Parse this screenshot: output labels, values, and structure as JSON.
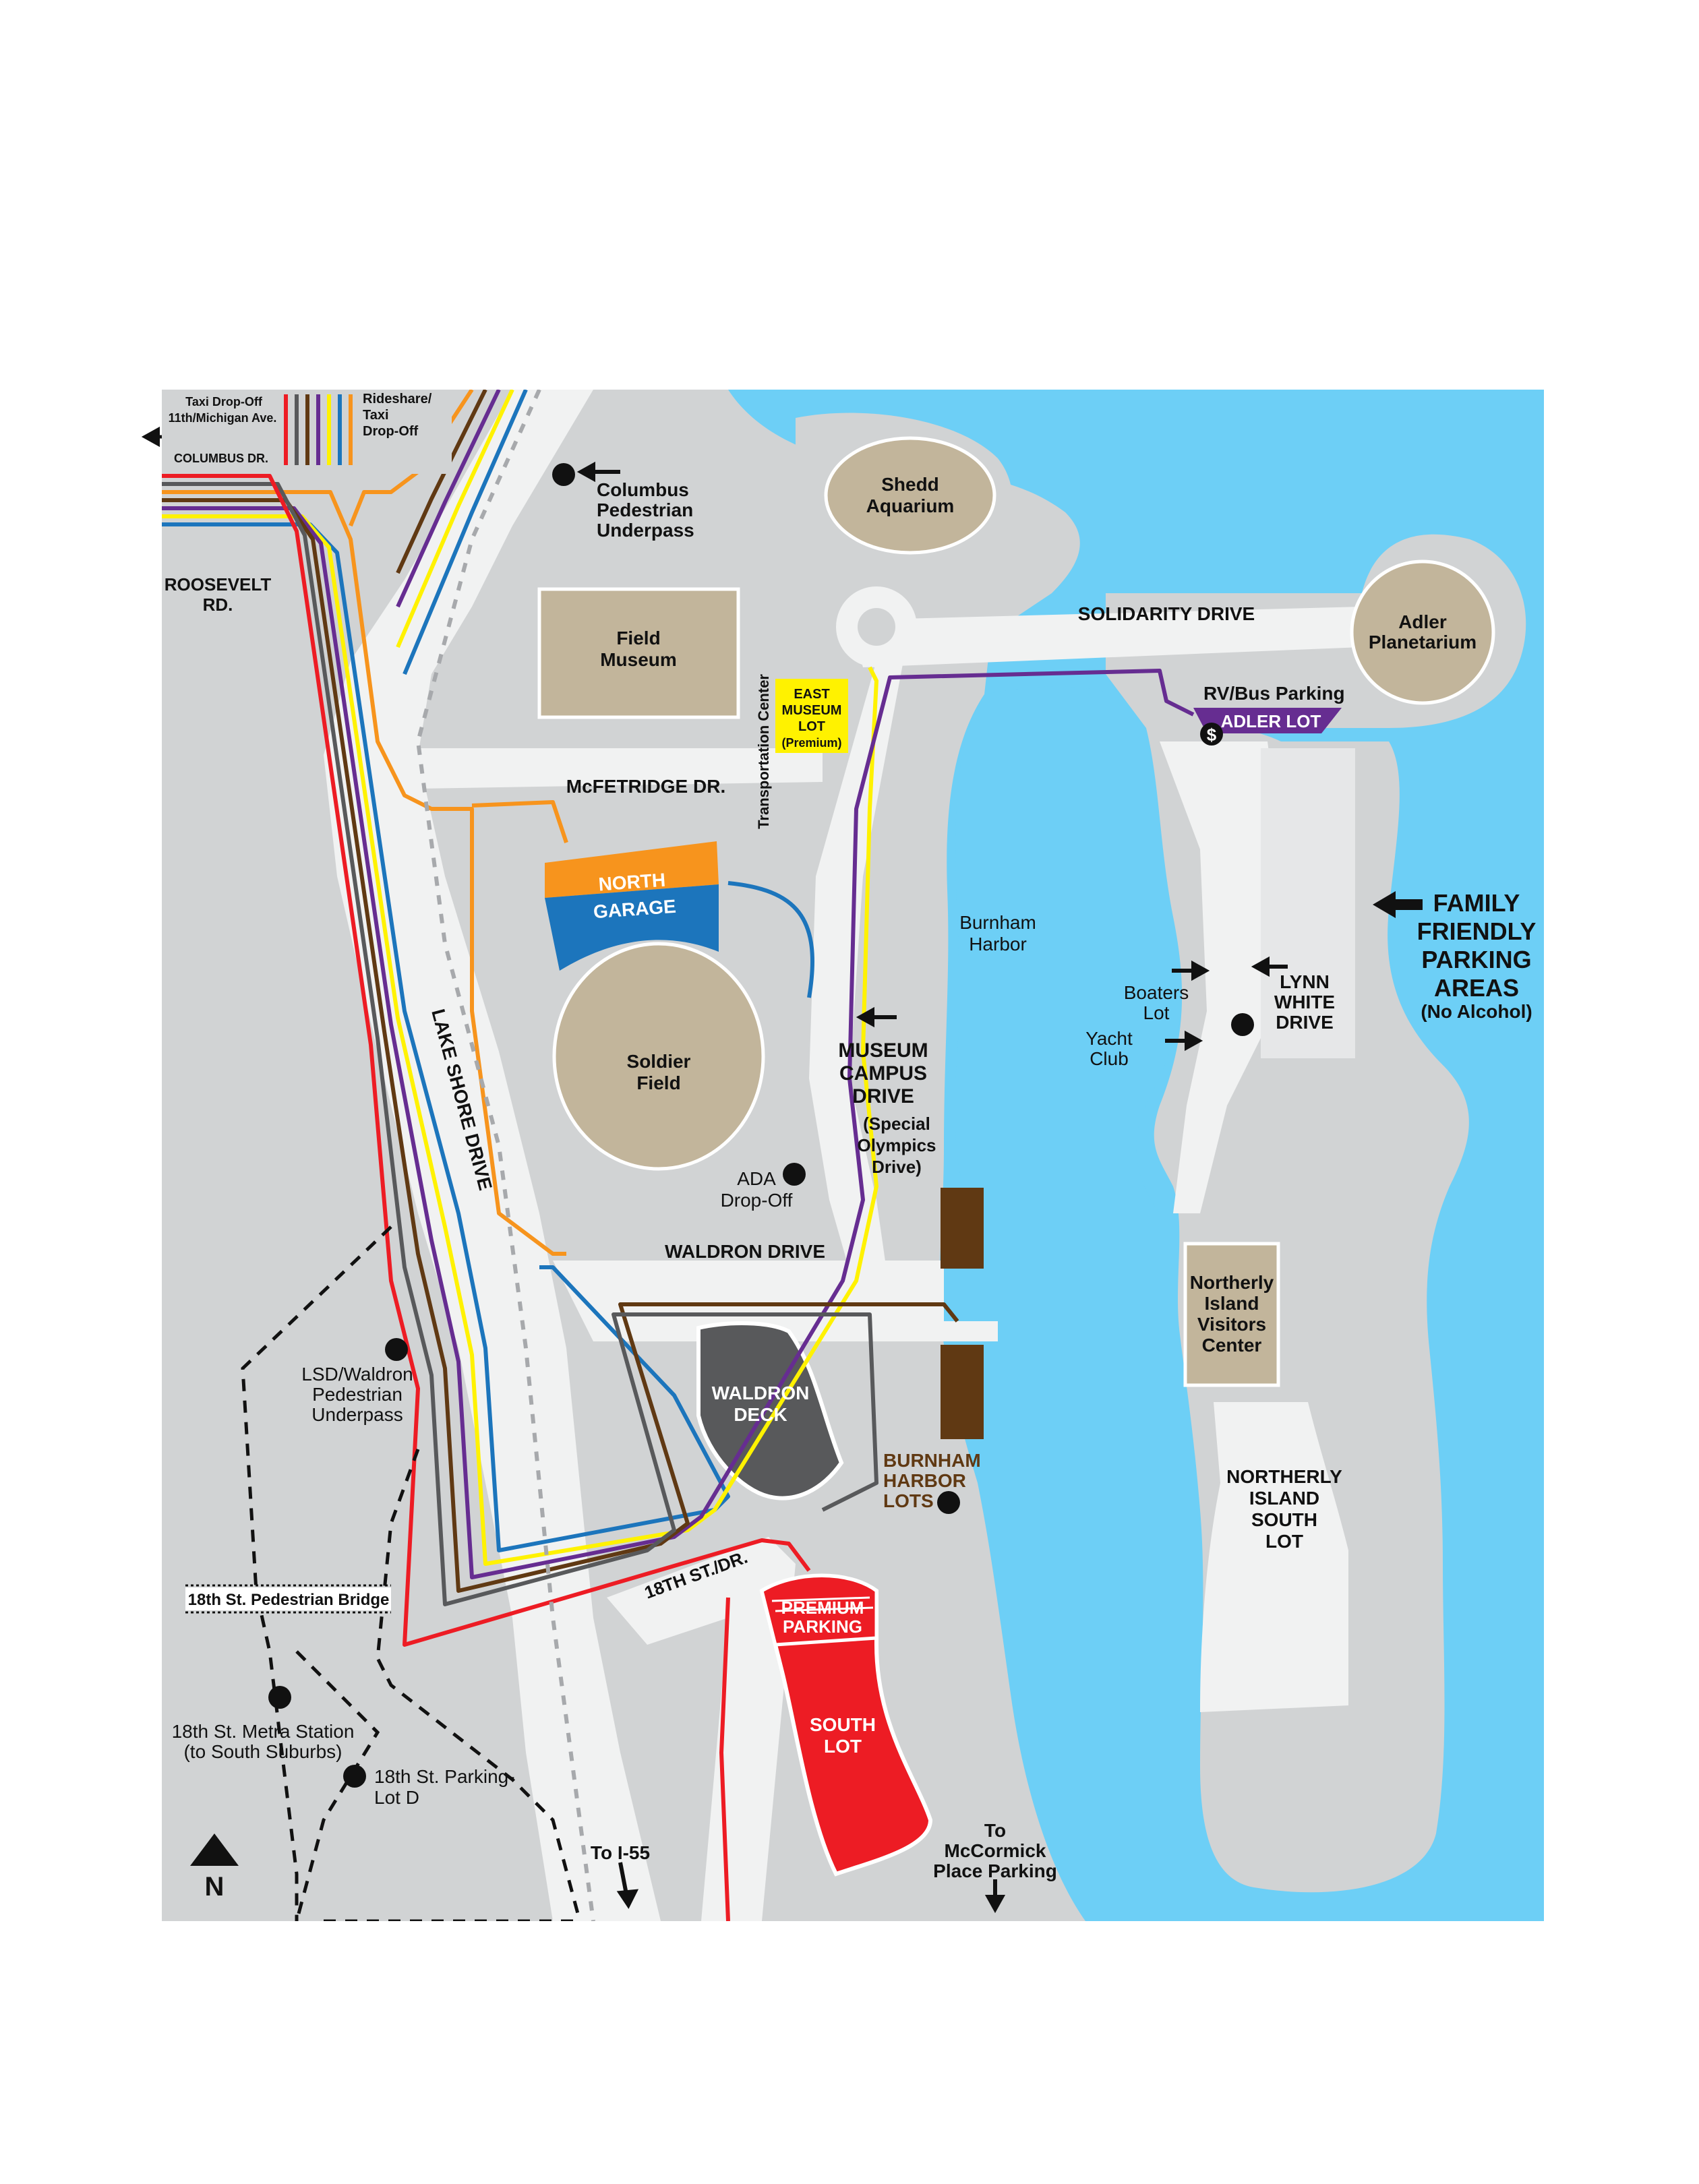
{
  "labels": {
    "taxi_dropoff": "Taxi Drop-Off",
    "taxi_dropoff_addr": "11th/Michigan Ave.",
    "columbus_dr": "COLUMBUS DR.",
    "rideshare_1": "Rideshare/",
    "rideshare_2": "Taxi",
    "rideshare_3": "Drop-Off",
    "columbus_underpass_1": "Columbus",
    "columbus_underpass_2": "Pedestrian",
    "columbus_underpass_3": "Underpass",
    "roosevelt_1": "ROOSEVELT",
    "roosevelt_2": "RD.",
    "shedd_1": "Shedd",
    "shedd_2": "Aquarium",
    "field_museum_1": "Field",
    "field_museum_2": "Museum",
    "solidarity_drive": "SOLIDARITY DRIVE",
    "adler_1": "Adler",
    "adler_2": "Planetarium",
    "transportation_center": "Transportation Center",
    "east_museum_lot_1": "EAST",
    "east_museum_lot_2": "MUSEUM",
    "east_museum_lot_3": "LOT",
    "east_museum_lot_4": "(Premium)",
    "rv_bus_parking": "RV/Bus Parking",
    "adler_lot": "ADLER LOT",
    "mcfetridge": "McFETRIDGE DR.",
    "north_garage_1": "NORTH",
    "north_garage_2": "GARAGE",
    "burnham_harbor_1": "Burnham",
    "burnham_harbor_2": "Harbor",
    "family_1": "FAMILY",
    "family_2": "FRIENDLY",
    "family_3": "PARKING",
    "family_4": "AREAS",
    "family_5": "(No Alcohol)",
    "boaters_1": "Boaters",
    "boaters_2": "Lot",
    "lynn_1": "LYNN",
    "lynn_2": "WHITE",
    "lynn_3": "DRIVE",
    "yacht_1": "Yacht",
    "yacht_2": "Club",
    "lake_shore_drive": "LAKE SHORE DRIVE",
    "soldier_field_1": "Soldier",
    "soldier_field_2": "Field",
    "museum_campus_1": "MUSEUM",
    "museum_campus_2": "CAMPUS",
    "museum_campus_3": "DRIVE",
    "special_olympics_1": "(Special",
    "special_olympics_2": "Olympics",
    "special_olympics_3": "Drive)",
    "ada_1": "ADA",
    "ada_2": "Drop-Off",
    "waldron_drive": "WALDRON DRIVE",
    "northerly_visitors_1": "Northerly",
    "northerly_visitors_2": "Island",
    "northerly_visitors_3": "Visitors",
    "northerly_visitors_4": "Center",
    "lsd_waldron_1": "LSD/Waldron",
    "lsd_waldron_2": "Pedestrian",
    "lsd_waldron_3": "Underpass",
    "waldron_deck_1": "WALDRON",
    "waldron_deck_2": "DECK",
    "burnham_lots_1": "BURNHAM",
    "burnham_lots_2": "HARBOR",
    "burnham_lots_3": "LOTS",
    "northerly_south_1": "NORTHERLY",
    "northerly_south_2": "ISLAND",
    "northerly_south_3": "SOUTH",
    "northerly_south_4": "LOT",
    "ped_bridge": "18th St. Pedestrian Bridge",
    "eighteenth_st": "18TH ST./DR.",
    "premium_parking_1": "PREMIUM",
    "premium_parking_2": "PARKING",
    "metra_1": "18th St. Metra Station",
    "metra_2": "(to South Suburbs)",
    "south_lot_1": "SOUTH",
    "south_lot_2": "LOT",
    "lot_d_1": "18th St. Parking-",
    "lot_d_2": "Lot D",
    "to_i55": "To I-55",
    "mccormick_1": "To",
    "mccormick_2": "McCormick",
    "mccormick_3": "Place Parking",
    "north": "N",
    "dollar": "$"
  },
  "colors": {
    "water": "#6dcff6",
    "land": "#d1d3d4",
    "road": "#f1f2f2",
    "building": "#c2b59b",
    "route_orange": "#f7941d",
    "route_blue": "#1c75bc",
    "route_yellow": "#fff200",
    "route_purple": "#662d91",
    "route_brown": "#603913",
    "route_gray": "#58595b",
    "route_red": "#ed1c24",
    "garage_orange": "#f7941d",
    "garage_blue": "#1c75bc",
    "east_lot_yellow": "#fff200",
    "adler_lot_purple": "#662d91",
    "waldron_deck": "#58595b",
    "burnham_lots": "#603913",
    "south_lot_red": "#ed1c24"
  },
  "icons": [
    "north-arrow-icon",
    "location-dot-icon",
    "direction-arrow-icon",
    "dollar-icon"
  ]
}
